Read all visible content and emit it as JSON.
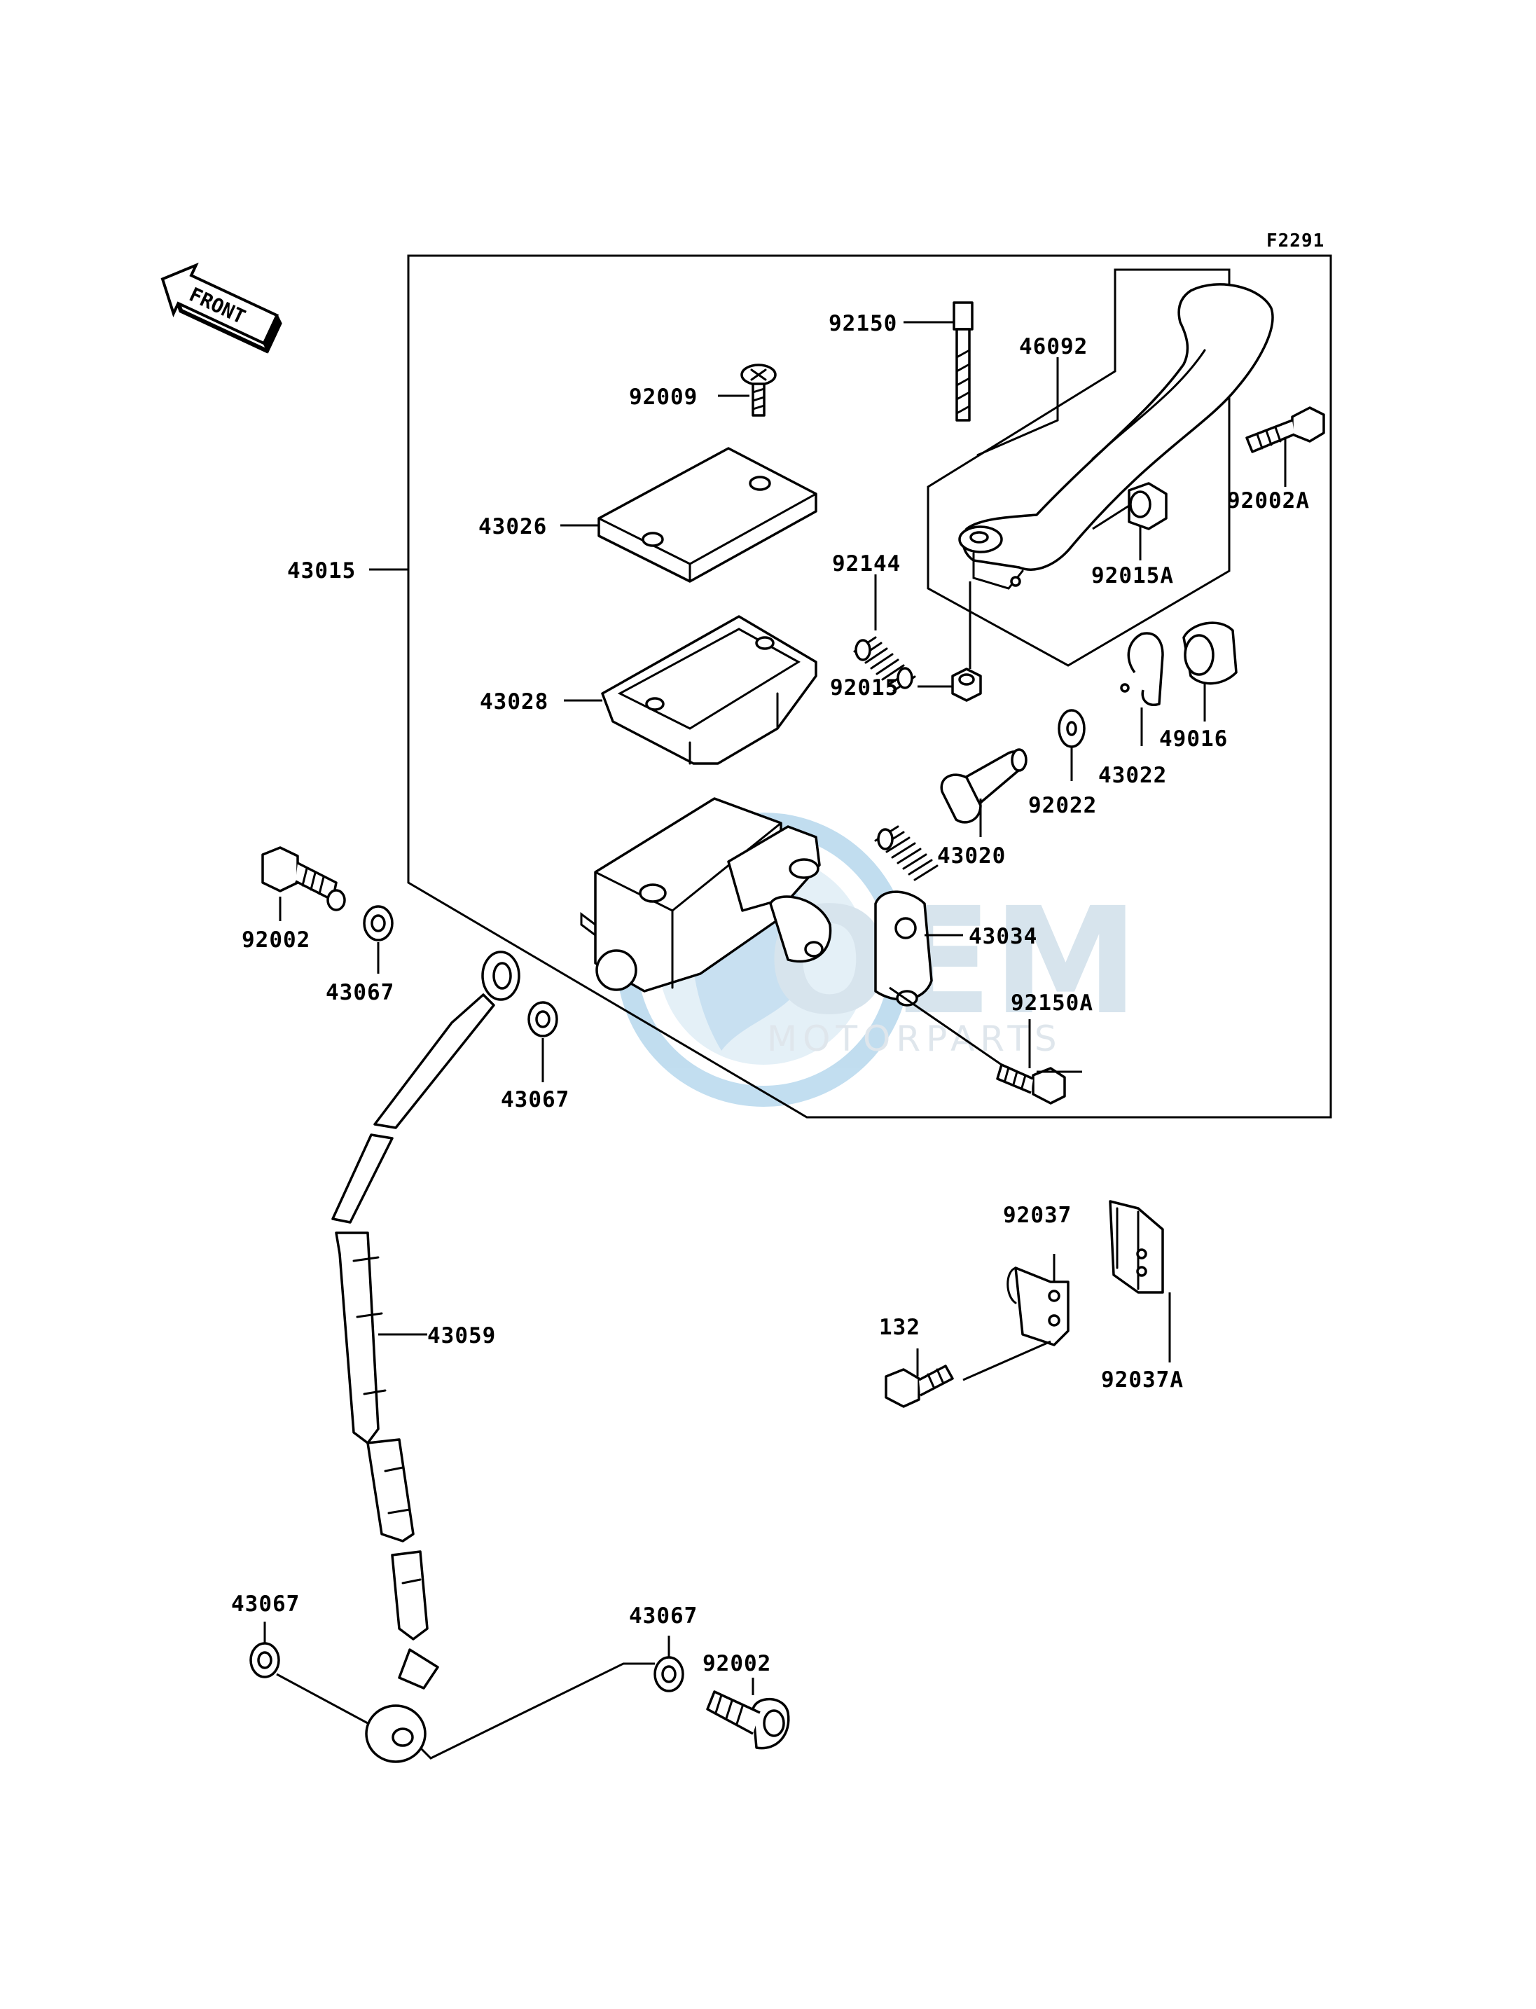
{
  "figure_code": "F2291",
  "front_arrow_label": "FRONT",
  "watermark": {
    "brand": "OEM",
    "sub": "MOTORPARTS",
    "colors": {
      "blue": "#5aa9d6",
      "light": "#b8cfdf"
    }
  },
  "callouts": [
    {
      "id": "c-92150",
      "text": "92150"
    },
    {
      "id": "c-46092",
      "text": "46092"
    },
    {
      "id": "c-92009",
      "text": "92009"
    },
    {
      "id": "c-92002A",
      "text": "92002A"
    },
    {
      "id": "c-43026",
      "text": "43026"
    },
    {
      "id": "c-43015",
      "text": "43015"
    },
    {
      "id": "c-92144",
      "text": "92144"
    },
    {
      "id": "c-92015A",
      "text": "92015A"
    },
    {
      "id": "c-43028",
      "text": "43028"
    },
    {
      "id": "c-92015",
      "text": "92015"
    },
    {
      "id": "c-49016",
      "text": "49016"
    },
    {
      "id": "c-43022",
      "text": "43022"
    },
    {
      "id": "c-92022",
      "text": "92022"
    },
    {
      "id": "c-43020",
      "text": "43020"
    },
    {
      "id": "c-43034",
      "text": "43034"
    },
    {
      "id": "c-92002-top",
      "text": "92002"
    },
    {
      "id": "c-43067-a",
      "text": "43067"
    },
    {
      "id": "c-92150A",
      "text": "92150A"
    },
    {
      "id": "c-43067-b",
      "text": "43067"
    },
    {
      "id": "c-92037",
      "text": "92037"
    },
    {
      "id": "c-43059",
      "text": "43059"
    },
    {
      "id": "c-132",
      "text": "132"
    },
    {
      "id": "c-92037A",
      "text": "92037A"
    },
    {
      "id": "c-43067-c",
      "text": "43067"
    },
    {
      "id": "c-43067-d",
      "text": "43067"
    },
    {
      "id": "c-92002-bot",
      "text": "92002"
    }
  ]
}
